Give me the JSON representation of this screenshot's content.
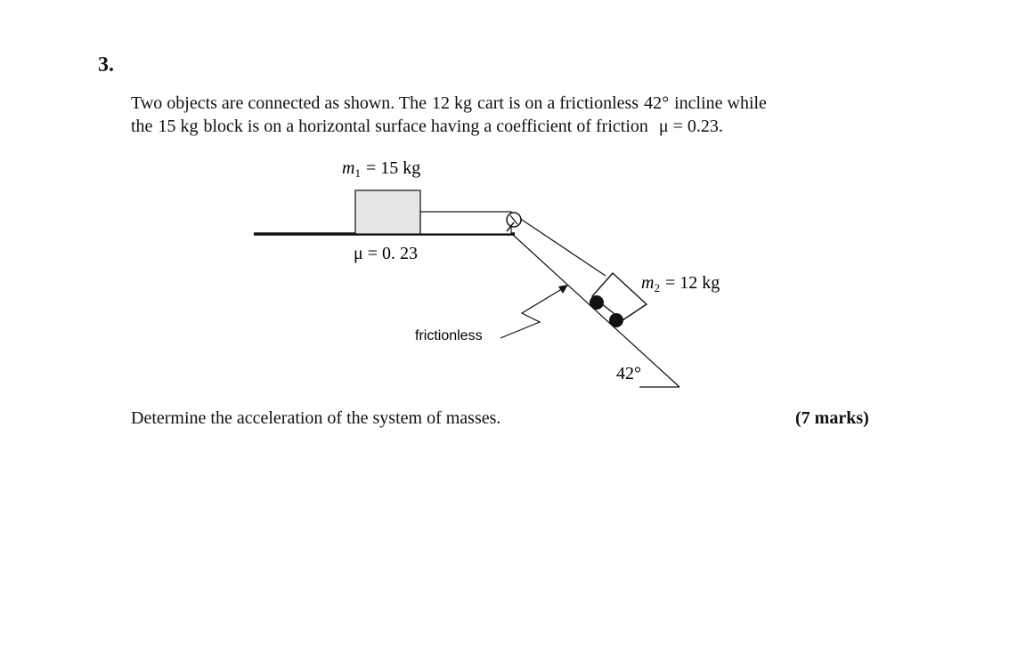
{
  "question": {
    "number": "3.",
    "stem_line1": {
      "a": "Two objects are connected as shown.  The",
      "b": "12 kg",
      "c": "cart is on a frictionless",
      "d": "42°",
      "e": "incline while"
    },
    "stem_line2": {
      "a": "the",
      "b": "15 kg",
      "c": "block is on a horizontal surface having a coefficient of friction",
      "d": "μ = 0.23."
    },
    "task": "Determine the acceleration of the system of masses.",
    "marks": "(7 marks)"
  },
  "diagram": {
    "m1_symbol": "m",
    "m1_subscript": "1",
    "m1_value": "= 15 kg",
    "m2_symbol": "m",
    "m2_subscript": "2",
    "m2_value": "= 12 kg",
    "mu_label": "μ = 0. 23",
    "surface_label": "frictionless",
    "angle_label": "42°",
    "colors": {
      "block_fill": "#e6e6e6",
      "line": "#111111"
    }
  }
}
